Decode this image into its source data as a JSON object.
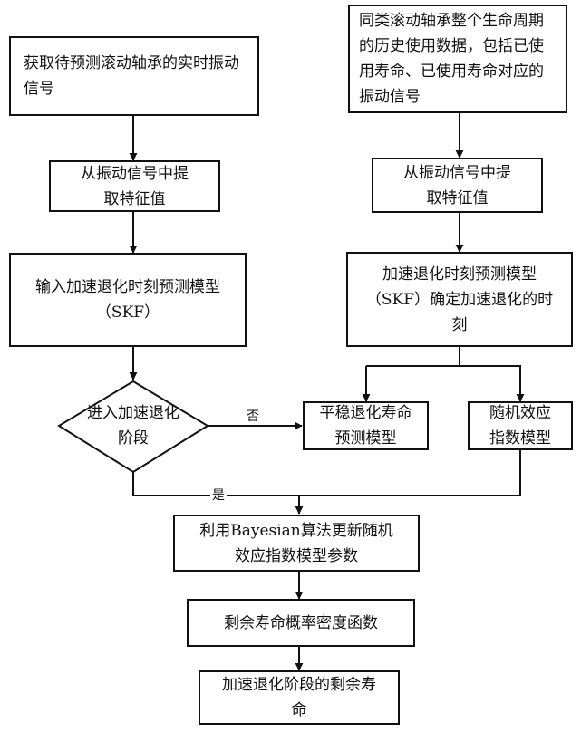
{
  "nodes": {
    "realtime_signal": "获取待预测滚动轴承的实时振动信号",
    "history_data": "同类滚动轴承整个生命周期的历史使用数据，包括已使用寿命、已使用寿命对应的振动信号",
    "extract_left": "从振动信号中提取特征值",
    "extract_right": "从振动信号中提取特征值",
    "input_skf": "输入加速退化时刻预测模型（SKF）",
    "skf_determine": "加速退化时刻预测模型（SKF）确定加速退化的时刻",
    "decision": "进入加速退化阶段",
    "stable_model": "平稳退化寿命预测模型",
    "random_model": "随机效应指数模型",
    "bayesian_update": "利用Bayesian算法更新随机效应指数模型参数",
    "pdf": "剩余寿命概率密度函数",
    "result": "加速退化阶段的剩余寿命"
  },
  "edge_labels": {
    "no": "否",
    "yes": "是"
  }
}
